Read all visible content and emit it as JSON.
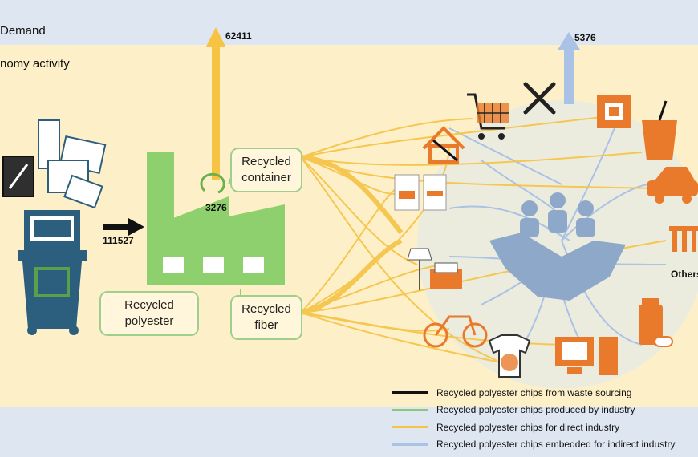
{
  "labels": {
    "demand": "Demand",
    "economy": "nomy activity",
    "others": "Others"
  },
  "boxes": {
    "recycled_polyester": "Recycled polyester",
    "recycled_container": "Recycled container",
    "recycled_fiber": "Recycled fiber"
  },
  "numbers": {
    "export_direct": "62411",
    "export_indirect": "5376",
    "recirculated": "3276",
    "waste_input": "111527"
  },
  "legend": [
    {
      "label": "Recycled polyester chips from waste sourcing",
      "color": "#111111"
    },
    {
      "label": "Recycled polyester chips produced by industry",
      "color": "#8fc77a"
    },
    {
      "label": "Recycled polyester chips for direct industry",
      "color": "#f6c343"
    },
    {
      "label": "Recycled polyester chips embedded for indirect industry",
      "color": "#a9c2e6"
    }
  ],
  "colors": {
    "orange": "#e97a2c",
    "green": "#8fd06e",
    "blue": "#2c5f7e",
    "yellow": "#f6c343",
    "light_blue": "#a9c2e6"
  },
  "icons": [
    "recycling-bin-icon",
    "factory-icon",
    "shopping-cart-icon",
    "tools-icon",
    "house-icon",
    "food-cartons-icon",
    "lamp-chair-icon",
    "bicycle-icon",
    "tshirt-icon",
    "computer-icon",
    "chip-icon",
    "cup-icon",
    "car-icon",
    "test-tubes-icon",
    "pill-bottle-icon",
    "handshake-people-icon"
  ]
}
